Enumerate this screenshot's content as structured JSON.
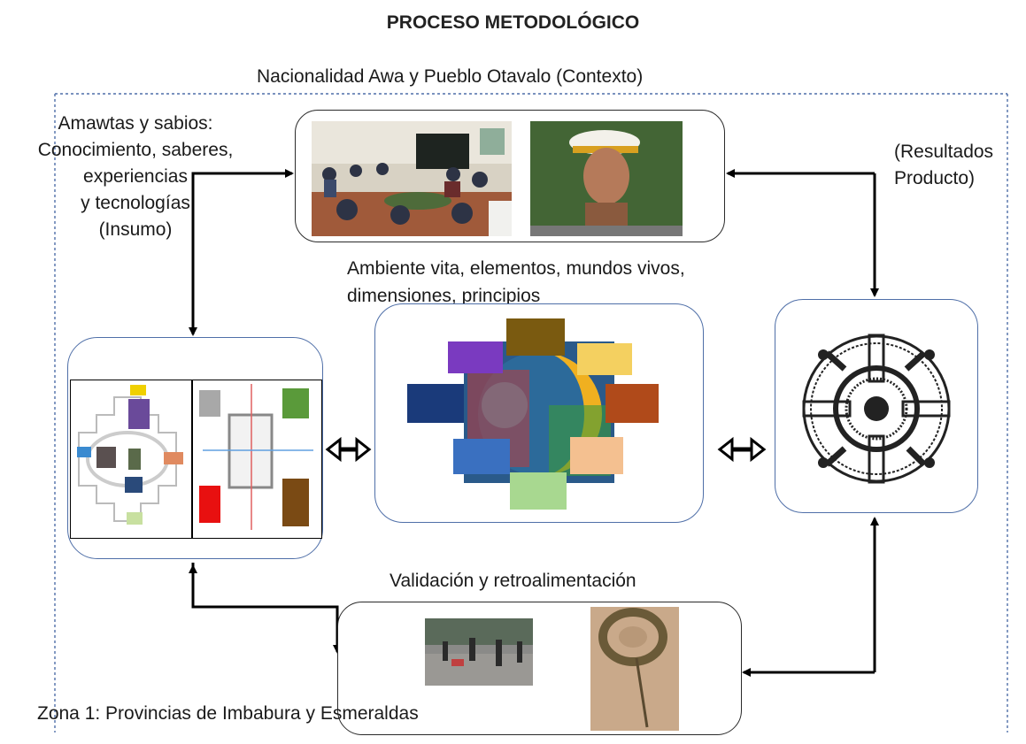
{
  "title": "PROCESO METODOLÓGICO",
  "context_label": "Nacionalidad Awa y Pueblo Otavalo (Contexto)",
  "insumo_lines": [
    "Amawtas y sabios:",
    "Conocimiento, saberes,",
    "experiencias",
    "y tecnologías",
    "(Insumo)"
  ],
  "resultados_lines": [
    "(Resultados",
    "Producto)"
  ],
  "ambiente_lines": [
    "Ambiente vita, elementos, mundos vivos,",
    "dimensiones, principios"
  ],
  "validacion_label": "Validación y retroalimentación",
  "zona_label": "Zona 1: Provincias de Imbabura y Esmeraldas",
  "arrow_icons": [
    "double-arrow-icon",
    "bidirectional-connector-icon"
  ],
  "colors": {
    "dashed_border": "#4f6fa8",
    "node_border_blue": "#4f6fa8",
    "node_border_dark": "#2a2a2a",
    "arrow": "#000000"
  }
}
